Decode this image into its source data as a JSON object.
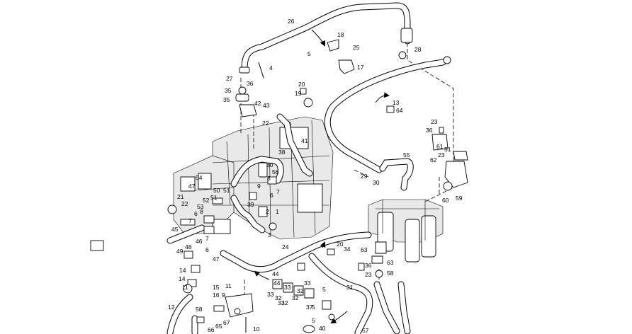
{
  "callouts": [
    "26",
    "18",
    "5",
    "25",
    "17",
    "4",
    "28",
    "27",
    "36",
    "35",
    "42",
    "43",
    "20",
    "19",
    "13",
    "64",
    "35",
    "22",
    "41",
    "38",
    "23",
    "36",
    "61",
    "51",
    "23",
    "62",
    "55",
    "30",
    "56",
    "8",
    "29",
    "30",
    "54",
    "47",
    "50",
    "51",
    "9",
    "6",
    "7",
    "21",
    "22",
    "52",
    "51",
    "53",
    "39",
    "2",
    "1",
    "6",
    "8",
    "7",
    "60",
    "59",
    "45",
    "3",
    "7",
    "46",
    "24",
    "20",
    "34",
    "49",
    "48",
    "6",
    "47",
    "63",
    "63",
    "14",
    "44",
    "44",
    "36",
    "23",
    "58",
    "14",
    "11",
    "15",
    "16",
    "11",
    "9",
    "33",
    "32",
    "33",
    "32",
    "33",
    "5",
    "31",
    "12",
    "58",
    "33",
    "32",
    "32",
    "37",
    "5",
    "66",
    "65",
    "67",
    "10",
    "5",
    "40",
    "57"
  ]
}
